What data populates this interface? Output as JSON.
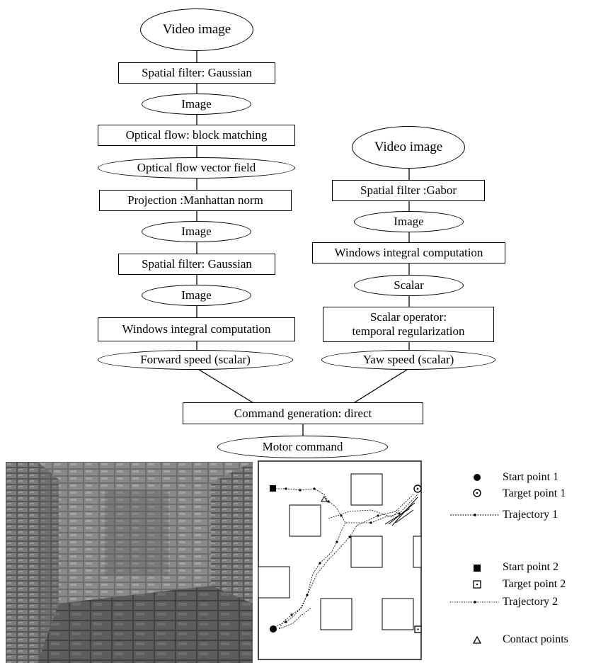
{
  "flowchart_left": {
    "n1": "Video image",
    "n2": "Spatial filter: Gaussian",
    "n3": "Image",
    "n4": "Optical flow: block matching",
    "n5": "Optical flow vector field",
    "n6": "Projection :Manhattan norm",
    "n7": "Image",
    "n8": "Spatial filter: Gaussian",
    "n9": "Image",
    "n10": "Windows integral computation",
    "n11": "Forward speed (scalar)"
  },
  "flowchart_right": {
    "n1": "Video image",
    "n2": "Spatial filter :Gabor",
    "n3": "Image",
    "n4": "Windows integral computation",
    "n5": "Scalar",
    "n6_line1": "Scalar operator:",
    "n6_line2": "temporal regularization",
    "n7": "Yaw speed (scalar)"
  },
  "flowchart_bottom": {
    "command": "Command generation: direct",
    "motor": "Motor command"
  },
  "legend": {
    "start1": "Start point 1",
    "target1": "Target point 1",
    "traj1": "Trajectory 1",
    "start2": "Start point 2",
    "target2": "Target point 2",
    "traj2": "Trajectory 2",
    "contact": "Contact points"
  },
  "colors": {
    "ink": "#000000",
    "stone_dark": "#3a3a3a",
    "stone_light": "#9a9a9a"
  }
}
